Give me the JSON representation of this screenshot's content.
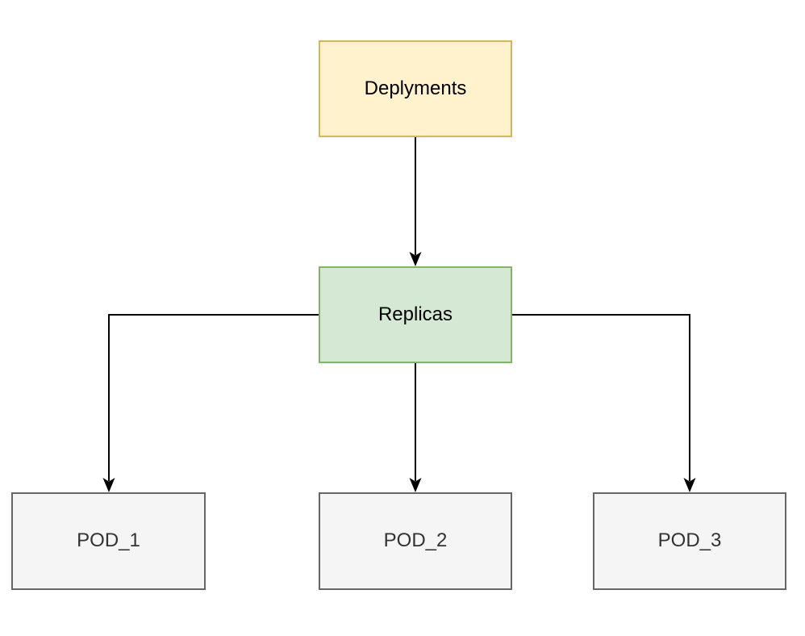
{
  "diagram": {
    "type": "flowchart",
    "edge_color": "#000000",
    "nodes": [
      {
        "id": "deployments",
        "label": "Deplyments",
        "fill": "#fff2cc",
        "border": "#d6b656",
        "text_color": "#000000"
      },
      {
        "id": "replicas",
        "label": "Replicas",
        "fill": "#d5e8d4",
        "border": "#82b366",
        "text_color": "#000000"
      },
      {
        "id": "pod1",
        "label": "POD_1",
        "fill": "#f5f5f5",
        "border": "#666666",
        "text_color": "#333333"
      },
      {
        "id": "pod2",
        "label": "POD_2",
        "fill": "#f5f5f5",
        "border": "#666666",
        "text_color": "#333333"
      },
      {
        "id": "pod3",
        "label": "POD_3",
        "fill": "#f5f5f5",
        "border": "#666666",
        "text_color": "#333333"
      }
    ],
    "edges": [
      {
        "from": "Deplyments",
        "to": "Replicas"
      },
      {
        "from": "Replicas",
        "to": "POD_1"
      },
      {
        "from": "Replicas",
        "to": "POD_2"
      },
      {
        "from": "Replicas",
        "to": "POD_3"
      }
    ]
  }
}
